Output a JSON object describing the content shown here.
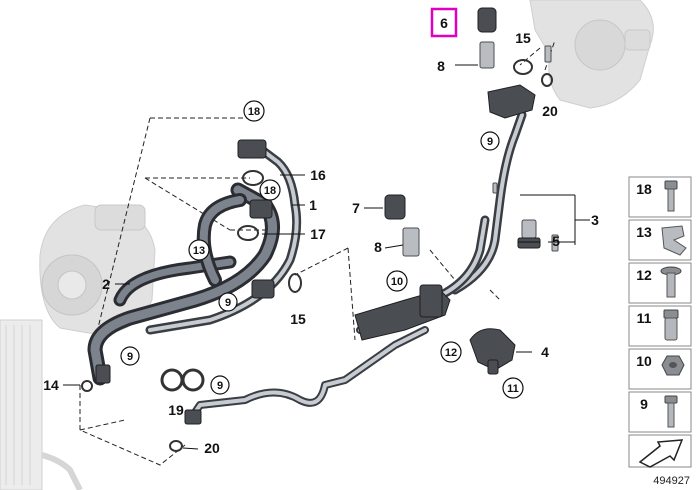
{
  "callouts": {
    "c1": "1",
    "c2": "2",
    "c3": "3",
    "c4": "4",
    "c5": "5",
    "c6": "6",
    "c7": "7",
    "c8a": "8",
    "c8b": "8",
    "c9a": "9",
    "c9b": "9",
    "c9c": "9",
    "c9d": "9",
    "c10": "10",
    "c11": "11",
    "c12": "12",
    "c13": "13",
    "c14": "14",
    "c15a": "15",
    "c15b": "15",
    "c16": "16",
    "c17": "17",
    "c18a": "18",
    "c18b": "18",
    "c19": "19",
    "c20a": "20",
    "c20b": "20"
  },
  "legend": {
    "items": [
      "18",
      "13",
      "12",
      "11",
      "10",
      "9"
    ]
  },
  "reference_number": "494927",
  "colors": {
    "highlight": "#e000c0",
    "hose_dark": "#2b2d32",
    "ghost_grey": "#e2e2e2"
  },
  "icons": {
    "orientation": "arrow-direction-icon"
  }
}
